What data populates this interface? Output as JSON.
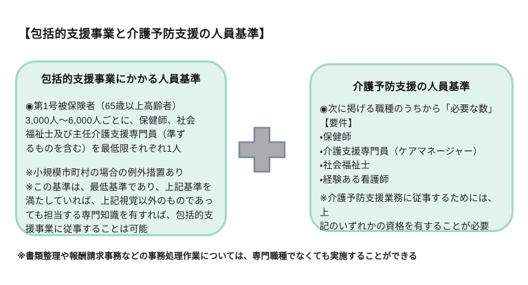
{
  "page_title": "【包括的支援事業と介護予防支援の人員基準】",
  "colors": {
    "background": "#ffffff",
    "box_fill": "#e2f2ec",
    "box_border": "#a3d8c5",
    "plus_fill": "#a9abae",
    "plus_stroke": "#7e8b99",
    "text": "#1f1f1f"
  },
  "left_box": {
    "title": "包括的支援事業にかかる人員基準",
    "body": "◉第1号被保険者（65歳以上高齢者）\n3,000人～6,000人ごとに、保健師、社会\n福祉士及び主任介護支援専門員（準ず\nるものを含む）を最低限それぞれ1人",
    "notes": "※小規模市町村の場合の例外措置あり\n※この基準は、最低基準であり、上記基準を\n満たしていれば、上記視覚以外のものであっ\nても担当する専門知識を有すれば、包括的支\n援事業に従事することは可能"
  },
  "plus_icon": {
    "name": "plus-icon",
    "meaning": "加えて（両方の基準が併存することを示す）"
  },
  "right_box": {
    "title": "介護予防支援の人員基準",
    "body": "◉次に掲げる職種のうちから「必要な数」\n【要件】\n・保健師\n・介護支援専門員（ケアマネージャー）\n・社会福祉士\n・経験ある看護師",
    "notes": "※介護予防支援業務に従事するためには、上\n記のいずれかの資格を有することが必要"
  },
  "footer_note": "※書類整理や報酬請求事務などの事務処理作業については、専門職種でなくても実施することができる"
}
